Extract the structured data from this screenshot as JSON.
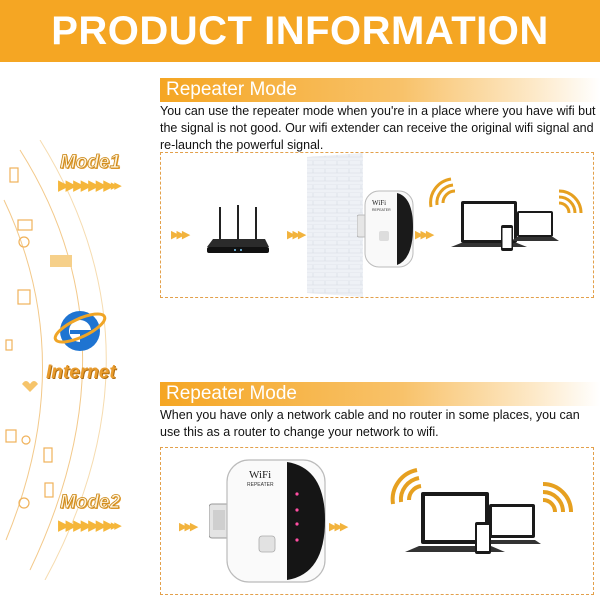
{
  "header": {
    "title": "PRODUCT INFORMATION"
  },
  "section1": {
    "title": "Repeater Mode",
    "description": "You can use the repeater mode when you're in a place where you have wifi but the signal is not good. Our wifi extender can receive the original wifi signal and re-launch the powerful signal."
  },
  "section2": {
    "title": "Repeater Mode",
    "description": "When you have only a network cable and no router in some places, you can use this as a router to change your network to wifi."
  },
  "left_panel": {
    "mode1_label": "Mode1",
    "mode2_label": "Mode2",
    "internet_label": "Internet"
  },
  "device": {
    "brand_label": "WiFi",
    "model_label": "REPEATER"
  },
  "colors": {
    "accent": "#f5a623",
    "dashed_border": "#e3a04a",
    "arrow": "#f2b33d"
  },
  "icons": [
    "router-icon",
    "wifi-wall-icon",
    "repeater-device-icon",
    "laptop-icon",
    "phone-icon",
    "wifi-signal-icon",
    "internet-explorer-icon"
  ]
}
